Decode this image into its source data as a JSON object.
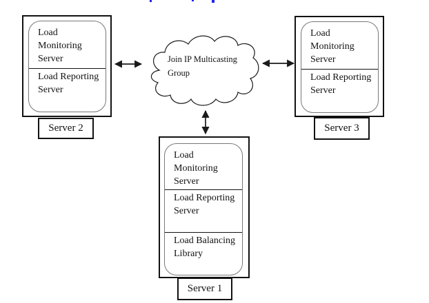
{
  "page": {
    "background": "#ffffff",
    "line_color": "#1a1a1a",
    "caption_fragment_color": "#2222ee"
  },
  "cloud": {
    "label": "Join IP Multicasting Group"
  },
  "servers": {
    "server2": {
      "name": "Server 2",
      "components": [
        "Load Monitoring Server",
        "Load Reporting Server"
      ]
    },
    "server3": {
      "name": "Server 3",
      "components": [
        "Load Monitoring Server",
        "Load Reporting Server"
      ]
    },
    "server1": {
      "name": "Server 1",
      "components": [
        "Load Monitoring Server",
        "Load Reporting Server",
        "Load Balancing Library"
      ]
    }
  }
}
